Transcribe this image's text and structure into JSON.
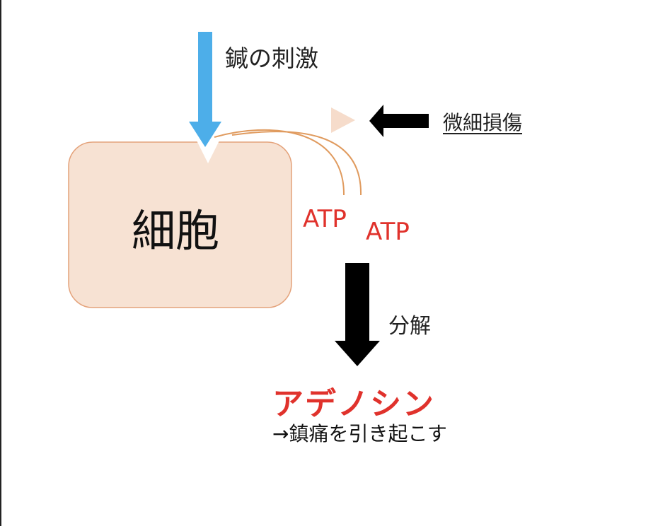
{
  "diagram": {
    "needle_stimulus": "鍼の刺激",
    "micro_damage": "微細損傷",
    "cell": "細胞",
    "atp_1": "ATP",
    "atp_2": "ATP",
    "decomposition": "分解",
    "adenosine": "アデノシン",
    "effect": "→鎮痛を引き起こす"
  },
  "colors": {
    "needle_arrow": "#4daee9",
    "cell_fill": "#f7e2d3",
    "cell_border": "#e4a27a",
    "curve": "#e09b5f",
    "atp_text": "#e0322c",
    "adenosine_text": "#e0322c",
    "black_arrow": "#000000",
    "triangle": "#f6dccb"
  }
}
